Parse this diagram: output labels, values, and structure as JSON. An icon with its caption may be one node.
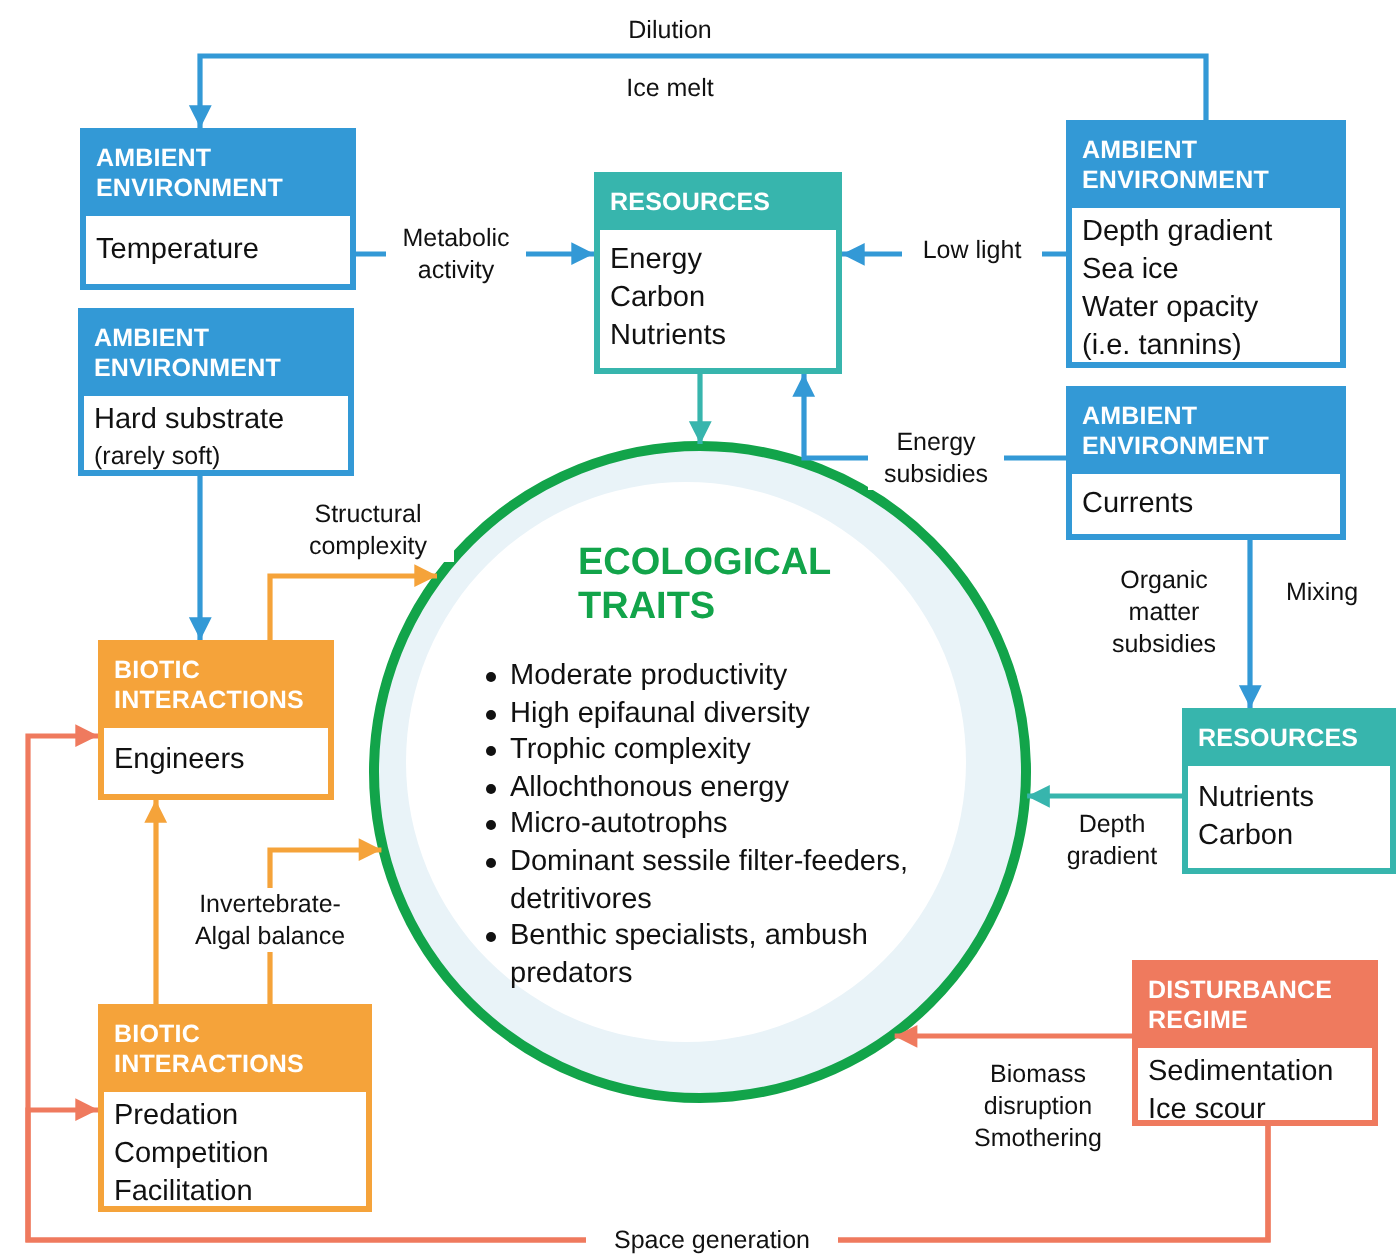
{
  "diagram": {
    "nodes": [
      {
        "text": [
          "AMBIENT ENVIRONMENT",
          "Temperature"
        ]
      },
      {
        "text": [
          "RESOURCES",
          "Energy",
          "Carbon",
          "Nutrients"
        ]
      },
      {
        "text": [
          "AMBIENT ENVIRONMENT",
          "Depth gradient",
          "Sea ice",
          "Water opacity",
          "(i.e. tannins)"
        ]
      },
      {
        "text": [
          "AMBIENT ENVIRONMENT",
          "Hard substrate",
          "(rarely soft)"
        ]
      },
      {
        "text": [
          "AMBIENT ENVIRONMENT",
          "Currents"
        ]
      },
      {
        "text": [
          "ECOLOGICAL TRAITS",
          "Moderate productivity",
          "High epifaunal diversity",
          "Trophic complexity",
          "Allochthonous energy",
          "Micro-autotrophs",
          "Dominant sessile filter-feeders, detritivores",
          "Benthic specialists, ambush predators"
        ]
      },
      {
        "text": [
          "BIOTIC INTERACTIONS",
          "Engineers"
        ]
      },
      {
        "text": [
          "RESOURCES",
          "Nutrients",
          "Carbon"
        ]
      },
      {
        "text": [
          "DISTURBANCE REGIME",
          "Sedimentation",
          "Ice scour"
        ]
      },
      {
        "text": [
          "BIOTIC INTERACTIONS",
          "Predation",
          "Competition",
          "Facilitation"
        ]
      }
    ],
    "edges": [
      {
        "from": 2,
        "to": 0,
        "arrow": "to",
        "label": "Dilution"
      },
      {
        "from": 0,
        "to": 1,
        "arrow": "to",
        "label": "Metabolic activity"
      },
      {
        "from": 2,
        "to": 1,
        "arrow": "to",
        "label": "Low light"
      },
      {
        "from": 4,
        "to": 1,
        "arrow": "to",
        "label": "Energy subsidies"
      },
      {
        "from": 1,
        "to": 5,
        "arrow": "to",
        "color": "#37b5ad"
      },
      {
        "from": 3,
        "to": 6,
        "arrow": "to"
      },
      {
        "from": 6,
        "to": 5,
        "arrow": "to",
        "label": "Structural complexity",
        "color": "#f5a33a"
      },
      {
        "from": 9,
        "to": 6,
        "arrow": "to",
        "color": "#f5a33a"
      },
      {
        "from": 9,
        "to": 5,
        "arrow": "to",
        "label": "Invertebrate-Algal balance",
        "color": "#f5a33a"
      },
      {
        "from": 4,
        "to": 7,
        "arrow": "to",
        "label": "Mixing"
      },
      {
        "from": 7,
        "to": 5,
        "arrow": "to",
        "label": "Depth gradient",
        "color": "#37b5ad"
      },
      {
        "from": 8,
        "to": 5,
        "arrow": "to",
        "label": "Biomass disruption Smothering",
        "color": "#ef7a5e"
      },
      {
        "from": 8,
        "to": 6,
        "arrow": "to",
        "label": "Space generation",
        "color": "#ef7a5e"
      },
      {
        "from": 8,
        "to": 9,
        "arrow": "to",
        "color": "#ef7a5e"
      }
    ],
    "labels": [
      "Ice melt",
      "Organic matter subsidies"
    ]
  }
}
